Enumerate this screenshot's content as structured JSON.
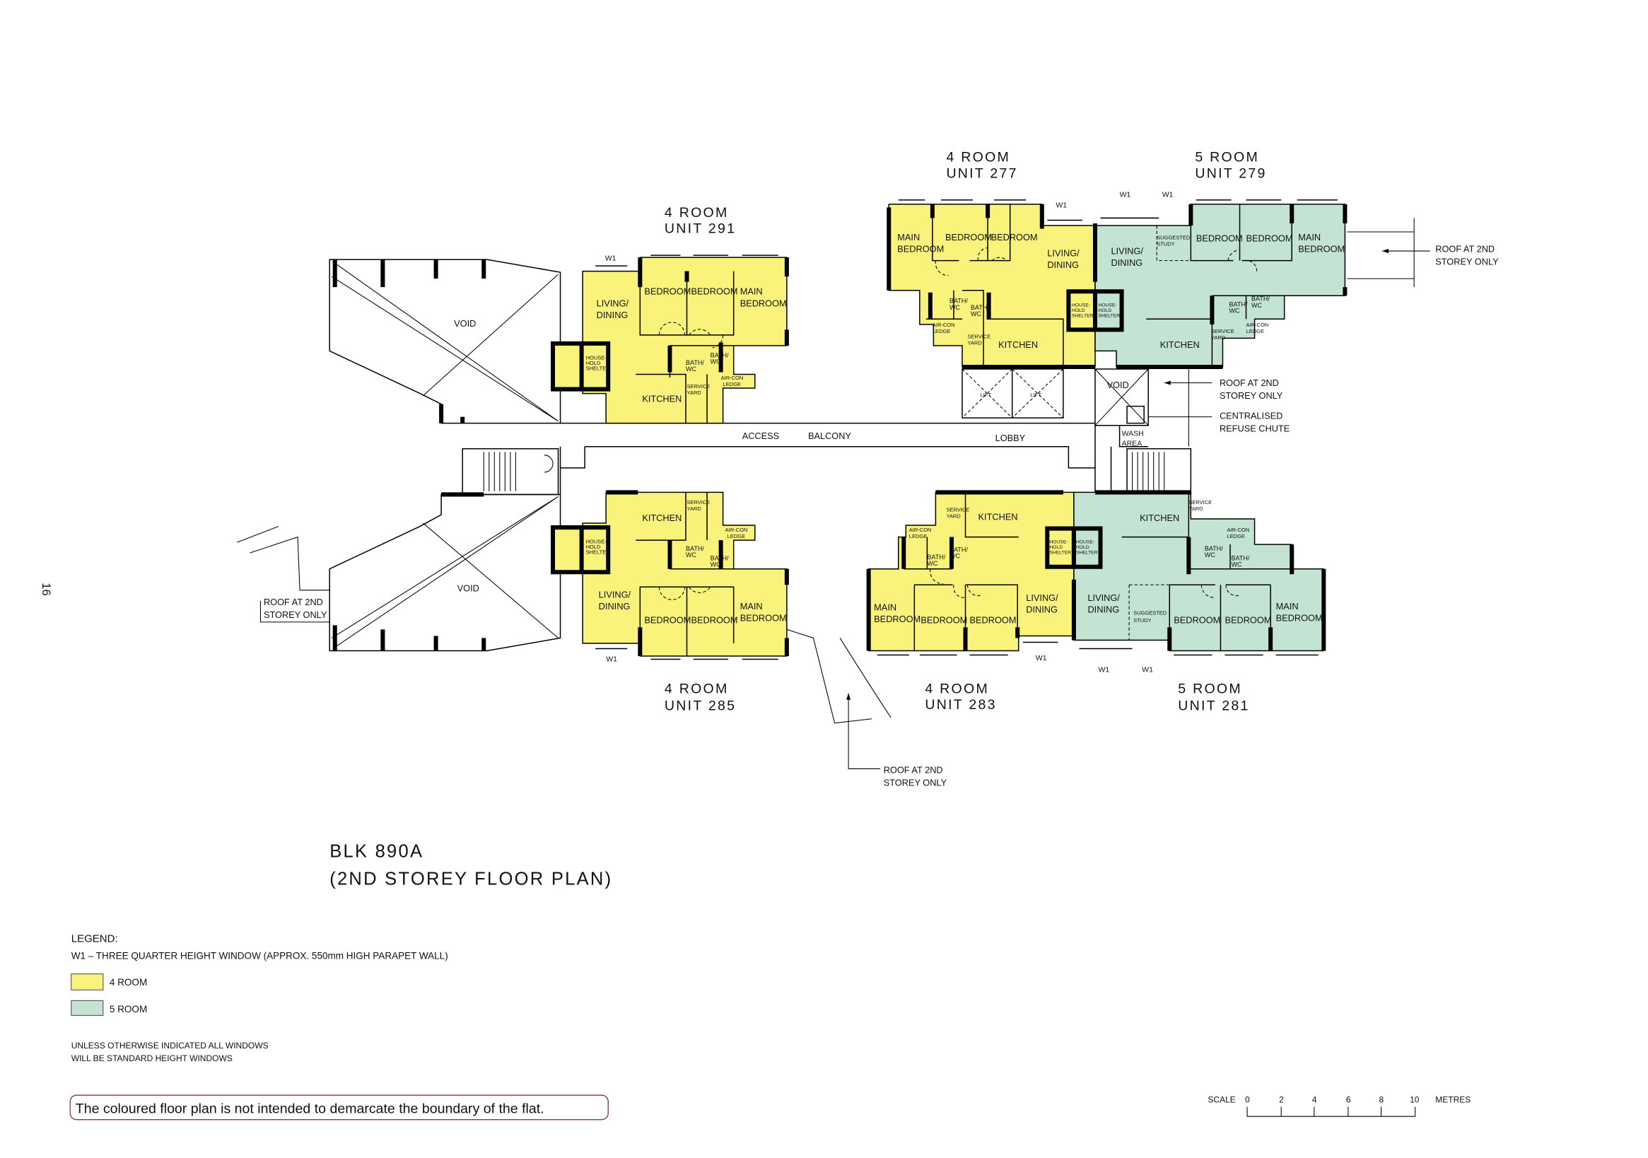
{
  "page_number": "16",
  "colors": {
    "four_room": "#f9f37c",
    "five_room": "#c3e3d3",
    "disclaimer_border": "#7a1f4f"
  },
  "units": {
    "u291": {
      "type": "4 ROOM",
      "unit": "UNIT 291",
      "rooms": {
        "living": [
          "LIVING/",
          "DINING"
        ],
        "bed1": "BEDROOM",
        "bed2": "BEDROOM",
        "main": [
          "MAIN",
          "BEDROOM"
        ],
        "shelter": [
          "HOUSE-",
          "HOLD",
          "SHELTER"
        ],
        "bath1": [
          "BATH/",
          "WC"
        ],
        "bath2": [
          "BATH/",
          "WC"
        ],
        "kitchen": "KITCHEN",
        "yard": [
          "SERVICE",
          "YARD"
        ],
        "ledge": [
          "AIR-CON",
          "LEDGE"
        ]
      }
    },
    "u277": {
      "type": "4 ROOM",
      "unit": "UNIT 277",
      "rooms": {
        "main": [
          "MAIN",
          "BEDROOM"
        ],
        "bed1": "BEDROOM",
        "bed2": "BEDROOM",
        "living": [
          "LIVING/",
          "DINING"
        ],
        "bath1": [
          "BATH/",
          "WC"
        ],
        "bath2": [
          "BATH/",
          "WC"
        ],
        "ledge": [
          "AIR-CON",
          "LEDGE"
        ],
        "yard": [
          "SERVICE",
          "YARD"
        ],
        "kitchen": "KITCHEN",
        "shelter": [
          "HOUSE-",
          "HOLD",
          "SHELTER"
        ]
      }
    },
    "u279": {
      "type": "5 ROOM",
      "unit": "UNIT 279",
      "rooms": {
        "living": [
          "LIVING/",
          "DINING"
        ],
        "study": [
          "SUGGESTED",
          "STUDY"
        ],
        "bed1": "BEDROOM",
        "bed2": "BEDROOM",
        "main": [
          "MAIN",
          "BEDROOM"
        ],
        "shelter": [
          "HOUSE-",
          "HOLD",
          "SHELTER"
        ],
        "bath1": [
          "BATH/",
          "WC"
        ],
        "bath2": [
          "BATH/",
          "WC"
        ],
        "kitchen": "KITCHEN",
        "yard": [
          "SERVICE",
          "YARD"
        ],
        "ledge": [
          "AIR-CON",
          "LEDGE"
        ]
      }
    },
    "u285": {
      "type": "4 ROOM",
      "unit": "UNIT 285",
      "rooms": {
        "living": [
          "LIVING/",
          "DINING"
        ],
        "bed1": "BEDROOM",
        "bed2": "BEDROOM",
        "main": [
          "MAIN",
          "BEDROOM"
        ],
        "shelter": [
          "HOUSE-",
          "HOLD",
          "SHELTER"
        ],
        "bath1": [
          "BATH/",
          "WC"
        ],
        "bath2": [
          "BATH/",
          "WC"
        ],
        "kitchen": "KITCHEN",
        "yard": [
          "SERVICE",
          "YARD"
        ],
        "ledge": [
          "AIR-CON",
          "LEDGE"
        ]
      }
    },
    "u283": {
      "type": "4 ROOM",
      "unit": "UNIT 283",
      "rooms": {
        "main": [
          "MAIN",
          "BEDROOM"
        ],
        "bed1": "BEDROOM",
        "bed2": "BEDROOM",
        "living": [
          "LIVING/",
          "DINING"
        ],
        "bath1": [
          "BATH/",
          "WC"
        ],
        "bath2": [
          "BATH/",
          "WC"
        ],
        "ledge": [
          "AIR-CON",
          "LEDGE"
        ],
        "yard": [
          "SERVICE",
          "YARD"
        ],
        "kitchen": "KITCHEN",
        "shelter": [
          "HOUSE-",
          "HOLD",
          "SHELTER"
        ]
      }
    },
    "u281": {
      "type": "5 ROOM",
      "unit": "UNIT 281",
      "rooms": {
        "living": [
          "LIVING/",
          "DINING"
        ],
        "study": [
          "SUGGESTED",
          "STUDY"
        ],
        "bed1": "BEDROOM",
        "bed2": "BEDROOM",
        "main": [
          "MAIN",
          "BEDROOM"
        ],
        "shelter": [
          "HOUSE-",
          "HOLD",
          "SHELTER"
        ],
        "bath1": [
          "BATH/",
          "WC"
        ],
        "bath2": [
          "BATH/",
          "WC"
        ],
        "kitchen": "KITCHEN",
        "yard": [
          "SERVICE",
          "YARD"
        ],
        "ledge": [
          "AIR-CON",
          "LEDGE"
        ]
      }
    }
  },
  "common": {
    "void": "VOID",
    "access": "ACCESS",
    "balcony": "BALCONY",
    "lobby": "LOBBY",
    "lift": "LIFT",
    "wash": [
      "WASH",
      "AREA"
    ],
    "w1": "W1"
  },
  "notes": {
    "roof": [
      "ROOF AT 2ND",
      "STOREY ONLY"
    ],
    "refuse": [
      "CENTRALISED",
      "REFUSE CHUTE"
    ]
  },
  "title": {
    "block": "BLK 890A",
    "subtitle": "(2ND STOREY FLOOR PLAN)"
  },
  "legend": {
    "heading": "LEGEND:",
    "w1": "W1 – THREE QUARTER HEIGHT WINDOW (APPROX. 550mm HIGH PARAPET WALL)",
    "items": [
      {
        "label": "4 ROOM"
      },
      {
        "label": "5 ROOM"
      }
    ],
    "note": [
      "UNLESS OTHERWISE INDICATED ALL WINDOWS",
      "WILL BE STANDARD HEIGHT WINDOWS"
    ]
  },
  "disclaimer": "The coloured floor plan is not intended to demarcate the boundary of the flat.",
  "scale": {
    "label": "SCALE",
    "ticks": [
      "0",
      "2",
      "4",
      "6",
      "8",
      "10"
    ],
    "unit": "METRES"
  }
}
